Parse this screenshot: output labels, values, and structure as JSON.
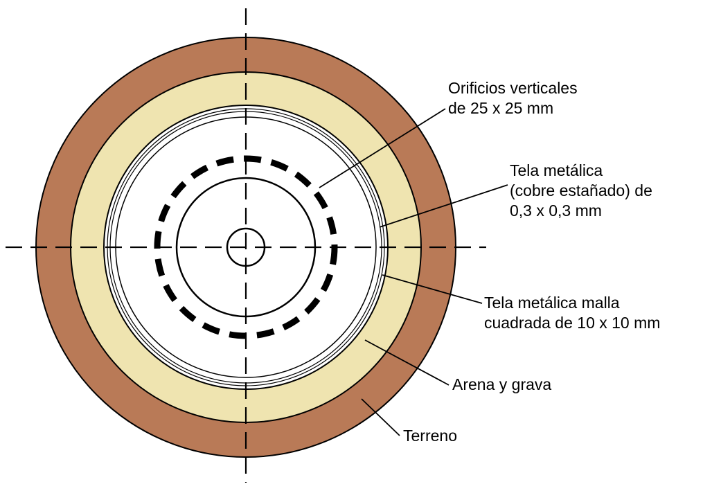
{
  "diagram": {
    "labels": {
      "orificios": "Orificios verticales\nde 25 x 25 mm",
      "tela_cobre": "Tela metálica\n(cobre estañado) de\n0,3 x 0,3 mm",
      "tela_malla": "Tela metálica malla\ncuadrada de 10 x 10 mm",
      "arena": "Arena y grava",
      "terreno": "Terreno"
    },
    "colors": {
      "terreno_fill": "#B97A57",
      "arena_fill": "#EFE4B0",
      "line": "#000000",
      "background": "#ffffff"
    }
  }
}
